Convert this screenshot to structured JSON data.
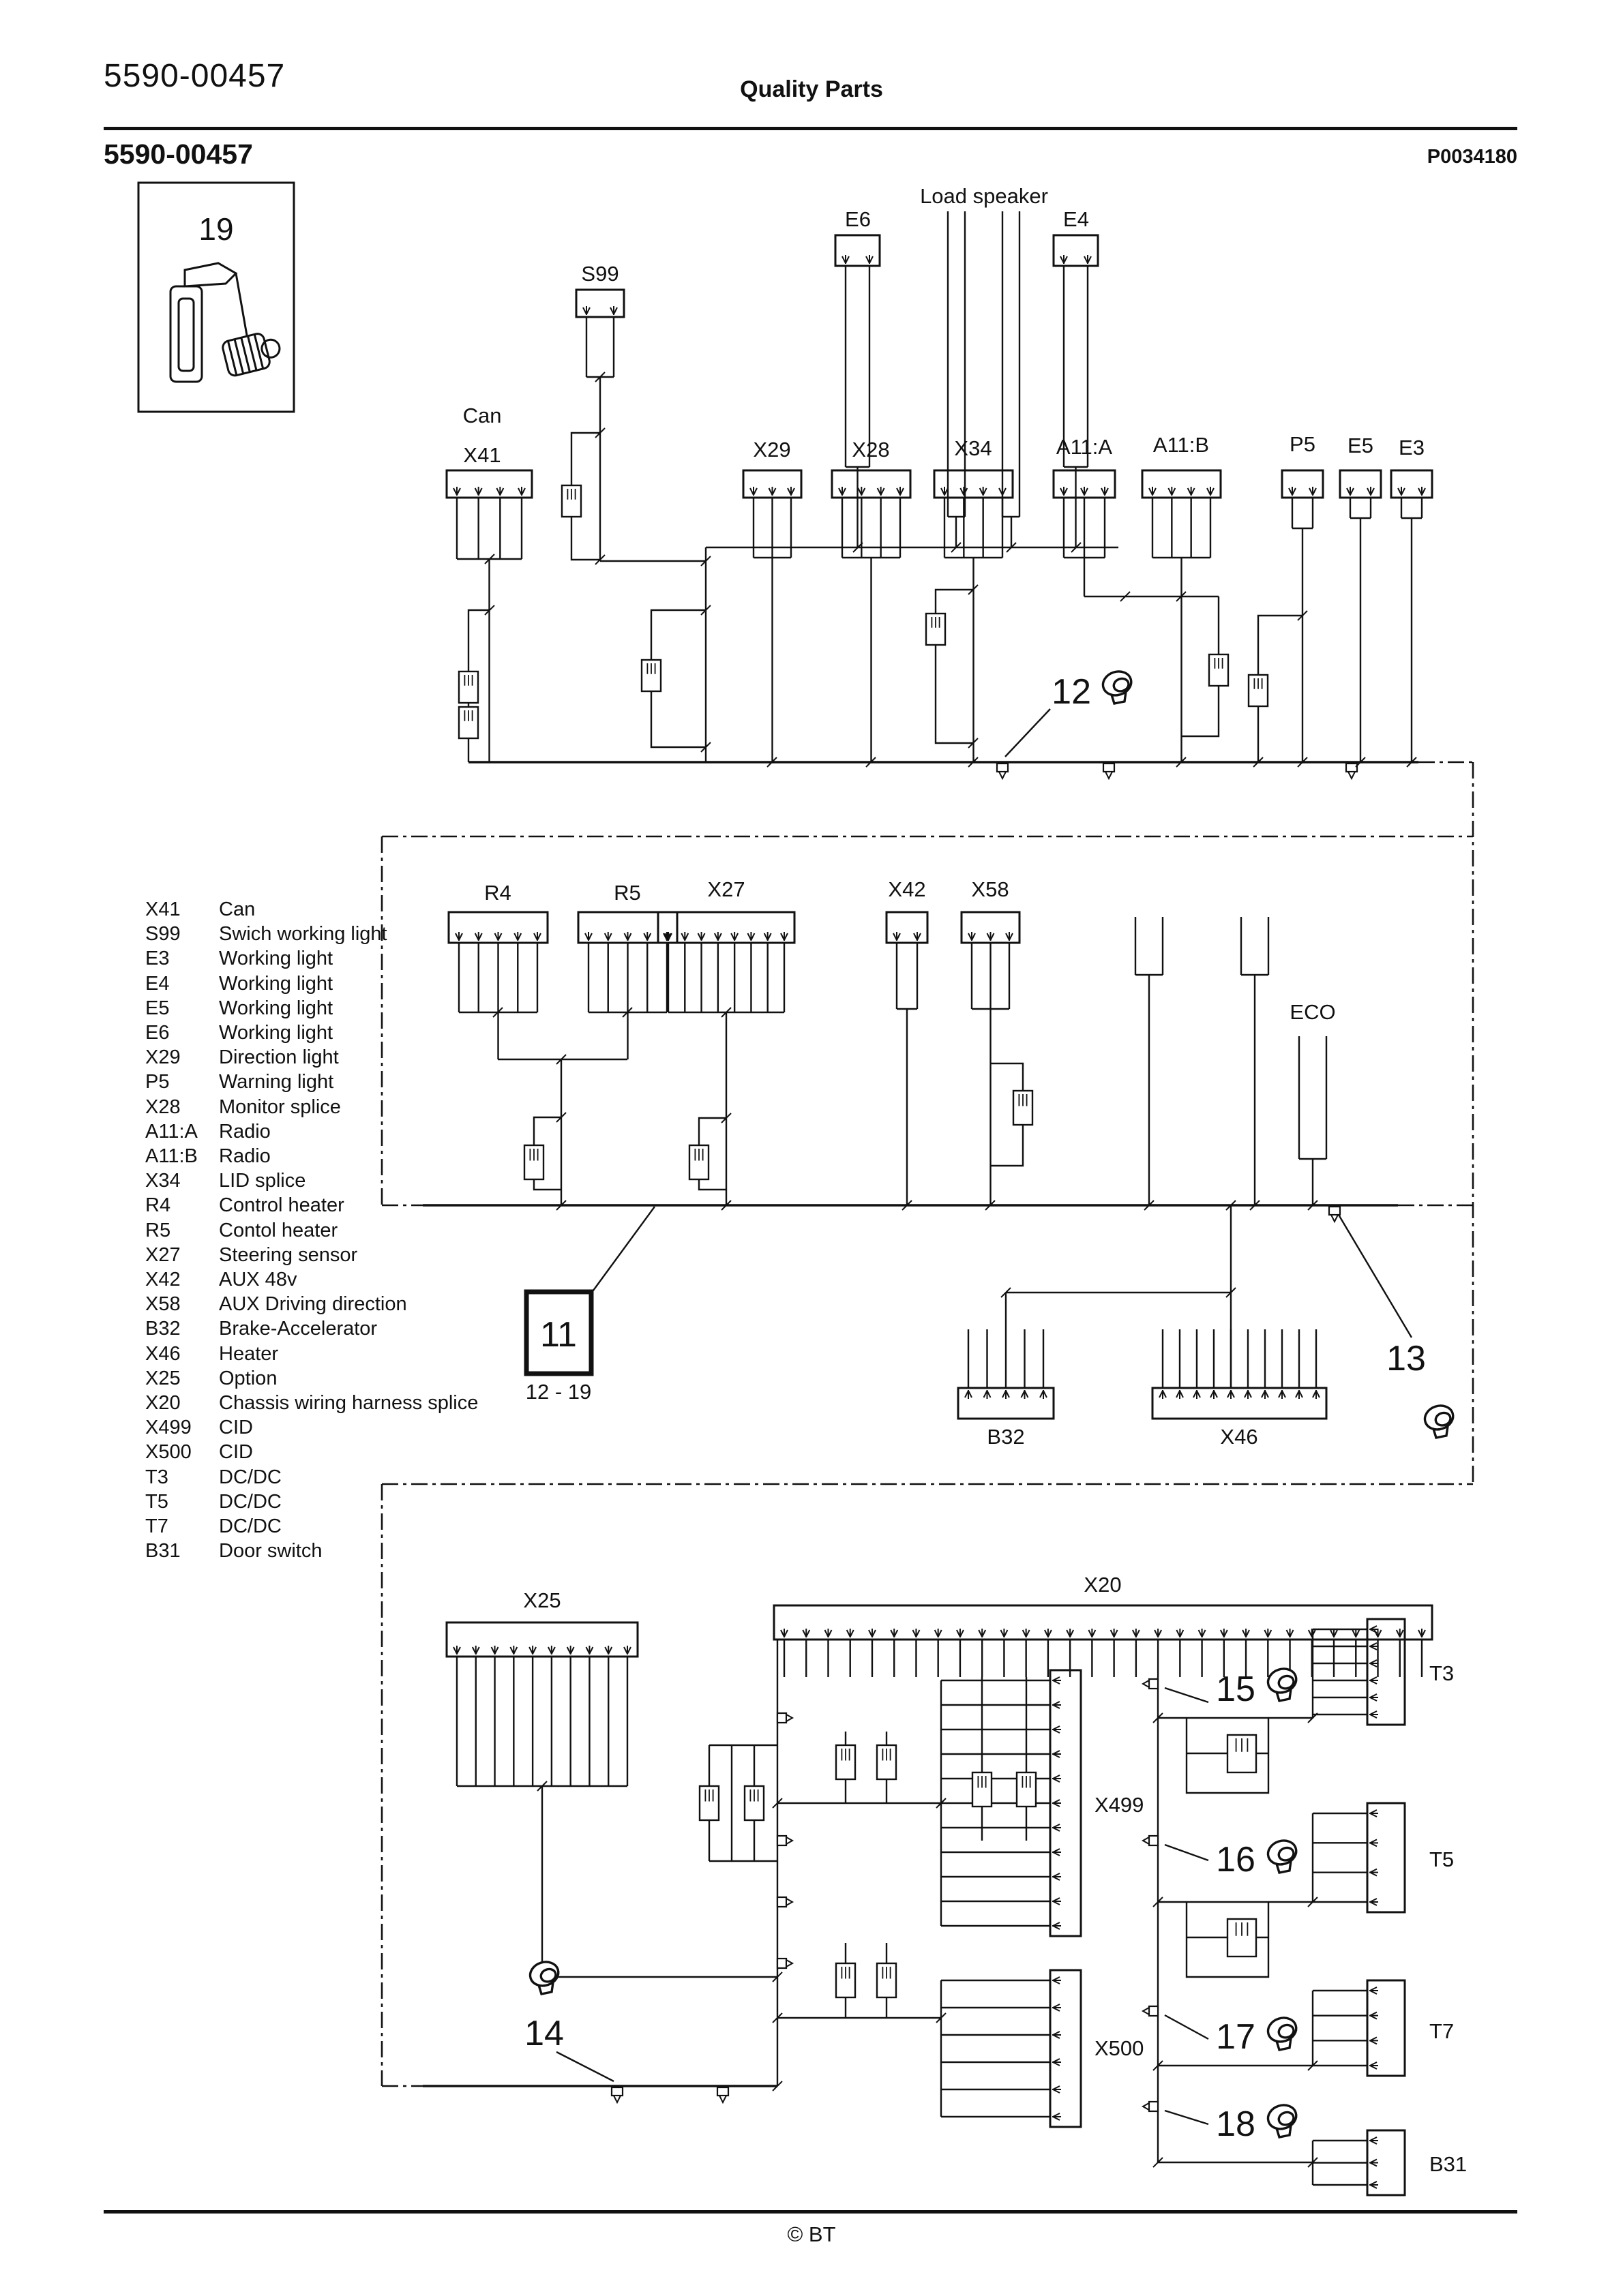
{
  "page": {
    "title_top": "5590-00457",
    "header_center": "Quality Parts",
    "doc_number": "5590-00457",
    "drawing_number": "P0034180",
    "footer": "© BT"
  },
  "part_box": {
    "number": "19"
  },
  "legend": {
    "items": [
      {
        "code": "X41",
        "desc": "Can"
      },
      {
        "code": "S99",
        "desc": "Swich working light"
      },
      {
        "code": "E3",
        "desc": "Working light"
      },
      {
        "code": "E4",
        "desc": "Working light"
      },
      {
        "code": "E5",
        "desc": "Working light"
      },
      {
        "code": "E6",
        "desc": "Working light"
      },
      {
        "code": "X29",
        "desc": "Direction light"
      },
      {
        "code": "P5",
        "desc": "Warning light"
      },
      {
        "code": "X28",
        "desc": "Monitor splice"
      },
      {
        "code": "A11:A",
        "desc": "Radio"
      },
      {
        "code": "A11:B",
        "desc": "Radio"
      },
      {
        "code": "X34",
        "desc": "LID splice"
      },
      {
        "code": "R4",
        "desc": "Control heater"
      },
      {
        "code": "R5",
        "desc": "Contol heater"
      },
      {
        "code": "X27",
        "desc": "Steering sensor"
      },
      {
        "code": "X42",
        "desc": "AUX 48v"
      },
      {
        "code": "X58",
        "desc": "AUX Driving direction"
      },
      {
        "code": "B32",
        "desc": "Brake-Accelerator"
      },
      {
        "code": "X46",
        "desc": "Heater"
      },
      {
        "code": "X25",
        "desc": "Option"
      },
      {
        "code": "X20",
        "desc": "Chassis wiring harness splice"
      },
      {
        "code": "X499",
        "desc": "CID"
      },
      {
        "code": "X500",
        "desc": "CID"
      },
      {
        "code": "T3",
        "desc": "DC/DC"
      },
      {
        "code": "T5",
        "desc": "DC/DC"
      },
      {
        "code": "T7",
        "desc": "DC/DC"
      },
      {
        "code": "B31",
        "desc": "Door switch"
      }
    ]
  },
  "diagram": {
    "labels": {
      "load_speaker": "Load speaker",
      "s99": "S99",
      "e6": "E6",
      "e4": "E4",
      "can": "Can",
      "x41": "X41",
      "x29": "X29",
      "x28": "X28",
      "x34": "X34",
      "a11a": "A11:A",
      "a11b": "A11:B",
      "p5": "P5",
      "e5": "E5",
      "e3": "E3",
      "r4": "R4",
      "r5": "R5",
      "x27": "X27",
      "x42": "X42",
      "x58": "X58",
      "eco": "ECO",
      "b32": "B32",
      "x46": "X46",
      "x25": "X25",
      "x20": "X20",
      "x499": "X499",
      "x500": "X500",
      "t3": "T3",
      "t5": "T5",
      "t7": "T7",
      "b31": "B31"
    },
    "annotations": {
      "n11": "11",
      "range_11": "12 - 19",
      "n12": "12",
      "n13": "13",
      "n14": "14",
      "n15": "15",
      "n16": "16",
      "n17": "17",
      "n18": "18"
    }
  }
}
